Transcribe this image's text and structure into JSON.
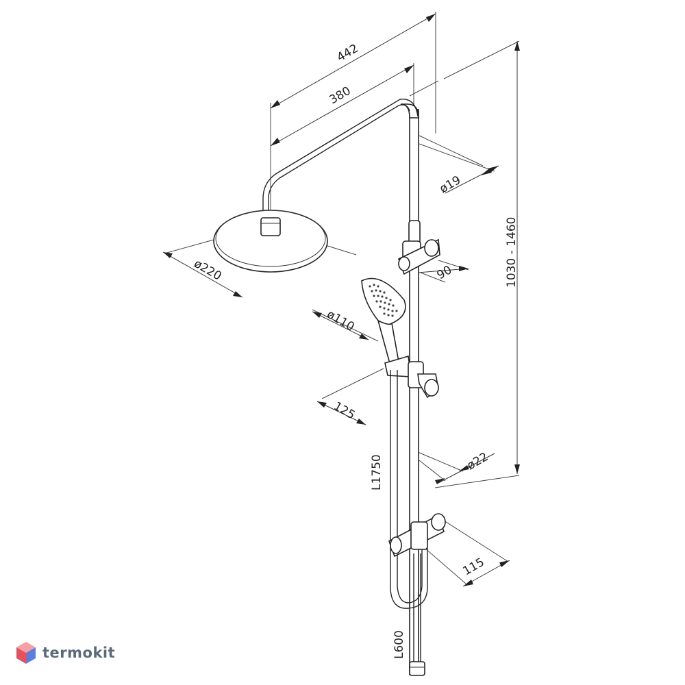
{
  "dimensions": {
    "arm_outer": "442",
    "arm_inner": "380",
    "pipe_top_diameter": "ø19",
    "overhead_diameter": "ø220",
    "holder_offset": "90",
    "handshower_diameter": "ø110",
    "slider_length": "125",
    "pipe_bottom_diameter": "ø22",
    "hose_length_main": "L1750",
    "height_range": "1030 - 1460",
    "diverter_offset": "115",
    "hose_length_lower": "L600"
  },
  "watermark": {
    "brand": "termokit",
    "logo_icon": "cube-logo-icon"
  },
  "colors": {
    "line": "#222222",
    "watermark_text": "#5a6a7a",
    "logo_red": "#e8505b",
    "logo_blue": "#5b7fd9"
  }
}
